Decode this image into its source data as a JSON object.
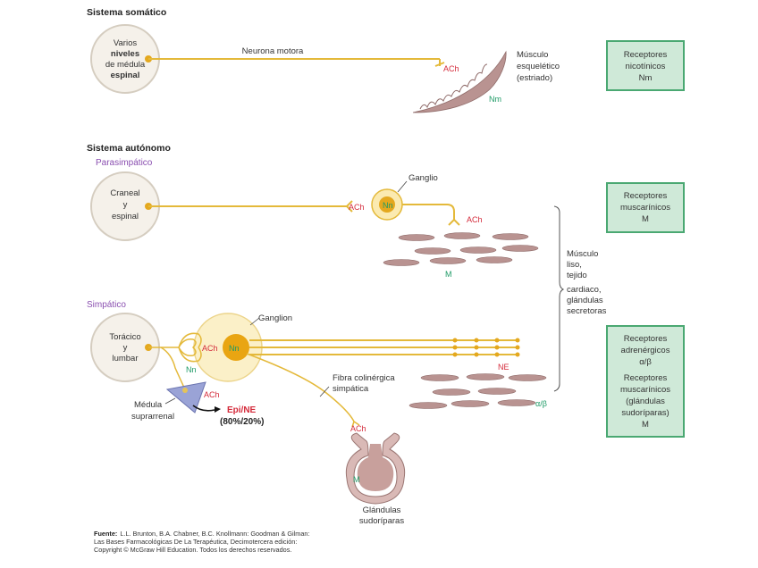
{
  "somatic": {
    "header": "Sistema somático",
    "cns_origin": [
      "Varios",
      "niveles",
      "de médula",
      "espinal"
    ],
    "neuron_label": "Neurona motora",
    "transmitter": "ACh",
    "effector": [
      "Músculo",
      "esquelético",
      "(estriado)"
    ],
    "receptor_label": "Nm",
    "receptor_box": [
      "Receptores",
      "nicotínicos",
      "Nm"
    ]
  },
  "autonomic": {
    "header": "Sistema autónomo",
    "parasympathetic": {
      "subheader": "Parasimpático",
      "cns_origin": [
        "Craneal",
        "y",
        "espinal"
      ],
      "preganglionic_transmitter": "ACh",
      "ganglion_label": "Ganglio",
      "ganglion_receptor": "Nn",
      "postganglionic_transmitter": "ACh",
      "effector_receptor": "M",
      "receptor_box": [
        "Receptores",
        "muscarínicos",
        "M"
      ]
    },
    "effector_group": [
      "Músculo",
      "liso,",
      "tejido",
      "cardiaco,",
      "glándulas",
      "secretoras"
    ],
    "sympathetic": {
      "subheader": "Simpático",
      "cns_origin": [
        "Torácico",
        "y",
        "lumbar"
      ],
      "preganglionic_transmitter": "ACh",
      "ganglion_label": "Ganglion",
      "ganglion_receptor": "Nn",
      "adrenal_receptor": "Nn",
      "adrenal_transmitter": "ACh",
      "adrenal_label": [
        "Médula",
        "suprarrenal"
      ],
      "adrenal_output": "Epi/NE",
      "adrenal_ratio": "(80%/20%)",
      "postganglionic_transmitter": "NE",
      "effector_receptor": "α/β",
      "cholinergic_fiber_label": [
        "Fibra colinérgica",
        "simpática"
      ],
      "sweat_transmitter": "ACh",
      "sweat_receptor": "M",
      "sweat_gland_label": [
        "Glándulas",
        "sudoríparas"
      ],
      "receptor_box": [
        "Receptores",
        "adrenérgicos",
        "α/β",
        "Receptores",
        "muscarínicos",
        "(glándulas",
        "sudoríparas)",
        "M"
      ]
    }
  },
  "source": {
    "label": "Fuente:",
    "line1": "L.L. Brunton, B.A. Chabner, B.C. Knollmann: Goodman & Gilman:",
    "line2": "Las Bases Farmacológicas De La Terapéutica, Decimotercera edición:",
    "line3": "Copyright © McGraw Hill Education. Todos los derechos reservados."
  }
}
